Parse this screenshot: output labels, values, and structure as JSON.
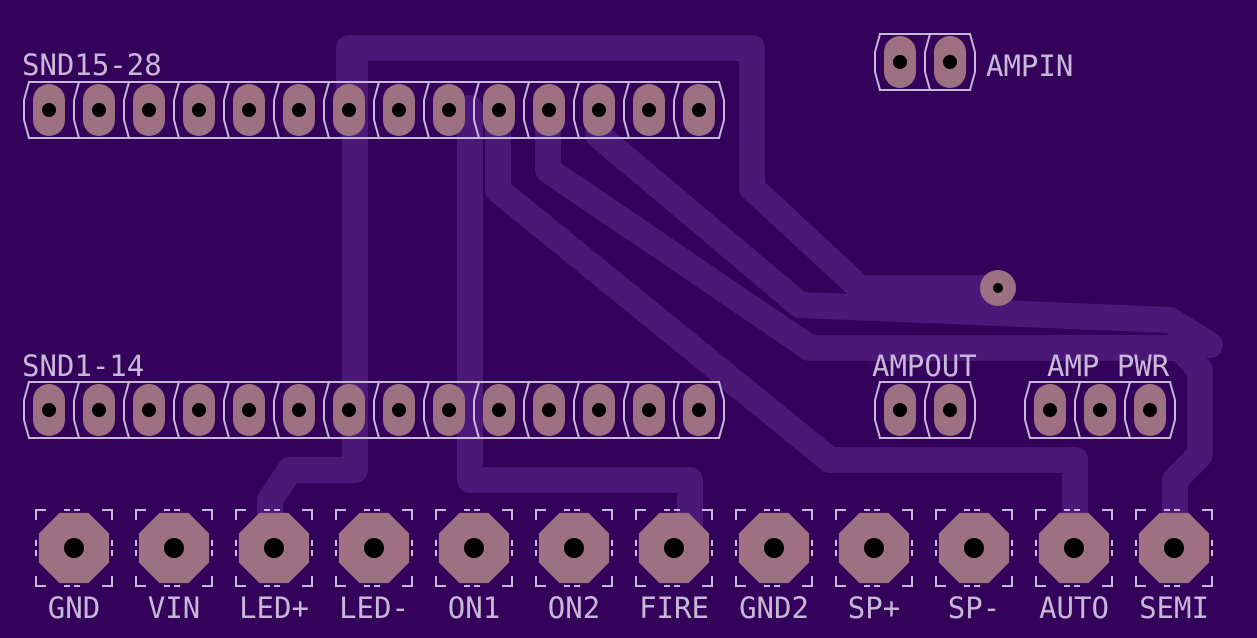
{
  "colors": {
    "board": "#33005a",
    "trace": "#4b1878",
    "pad": "#9d7181",
    "silk": "#c8b8d8",
    "drill": "#000000"
  },
  "headers": {
    "snd15_28": {
      "label": "SND15-28",
      "pins": 14
    },
    "snd1_14": {
      "label": "SND1-14",
      "pins": 14
    },
    "ampin": {
      "label": "AMPIN",
      "pins": 2
    },
    "ampout": {
      "label": "AMPOUT",
      "pins": 2
    },
    "amp_pwr": {
      "label": "AMP_PWR",
      "pins": 3
    }
  },
  "bottom_pads": [
    "GND",
    "VIN",
    "LED+",
    "LED-",
    "ON1",
    "ON2",
    "FIRE",
    "GND2",
    "SP+",
    "SP-",
    "AUTO",
    "SEMI"
  ]
}
